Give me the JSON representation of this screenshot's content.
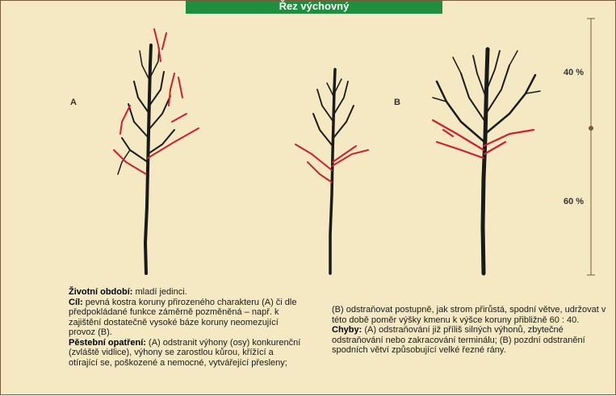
{
  "header": {
    "title": "Řez výchovný"
  },
  "labels": {
    "a": "A",
    "b": "B",
    "pct_top": "40 %",
    "pct_bottom": "60 %"
  },
  "text": {
    "obdobi_label": "Životní období:",
    "obdobi_value": " mladí jedinci.",
    "cil_label": "Cíl:",
    "cil_value": " pevná kostra koruny přirozeného charakteru (A) či dle předpokládané funkce záměrně pozměněná – např. k zajištění dostatečně vysoké báze koruny neomezující provoz (B).",
    "opatreni_label": "Pěstební opatření:",
    "opatreni_value": " (A) odstranit výhony (osy) konkurenční (zvláště vidlice), výhony se zarostlou kůrou, křížící a otírající se, poškozené a nemocné, vytvářející přesleny;",
    "col2_text": "(B) odstraňovat postupně, jak strom přirůstá, spodní větve, udržovat v této době poměr výšky kmenu k výšce koruny přibližně 60 : 40.",
    "chyby_label": "Chyby:",
    "chyby_value": " (A) odstraňování již příliš silných výhonů, zbytečné odstraňování nebo zakracování terminálu; (B) pozdní odstranění spodních větví způsobující velké řezné rány."
  },
  "colors": {
    "background": "#f4e9c2",
    "header": "#1f8f3d",
    "branch": "#1a1a1a",
    "cut": "#d0202a"
  }
}
